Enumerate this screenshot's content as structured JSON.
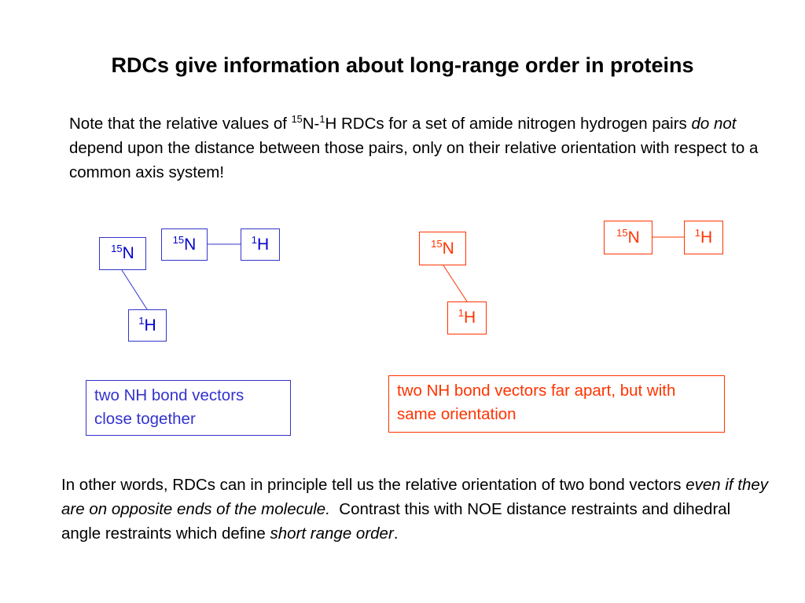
{
  "title": "RDCs give information about long-range order in proteins",
  "intro": {
    "part1": "Note that the relative values of ",
    "sup_n": "15",
    "n_label": "N-",
    "sup_h": "1",
    "part2": "H RDCs for a set of amide nitrogen hydrogen pairs ",
    "emphasis": "do not",
    "part3": " depend upon the distance between those pairs, only on their relative orientation with respect to a common axis system!"
  },
  "atoms": {
    "n_sup": "15",
    "n_sym": "N",
    "h_sup": "1",
    "h_sym": "H"
  },
  "captions": {
    "left": "two NH bond vectors close together",
    "right": "two NH bond vectors far apart, but with same orientation"
  },
  "conclusion": {
    "part1": "In other words, RDCs can in principle tell us the relative orientation of two bond vectors ",
    "emphasis1": "even if they are on opposite ends of the molecule.",
    "part2": "  Contrast this with NOE distance restraints and dihedral angle restraints which define ",
    "emphasis2": "short range order",
    "part3": "."
  },
  "colors": {
    "left_group": "#3333cc",
    "right_group": "#ff3300"
  }
}
